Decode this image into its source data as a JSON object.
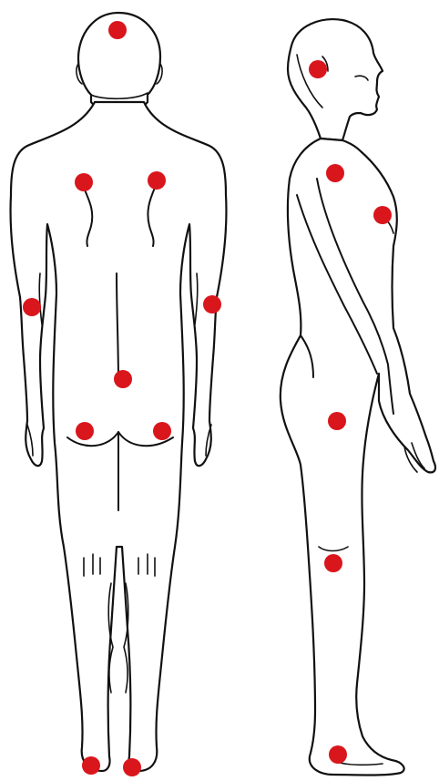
{
  "figure": {
    "views": [
      "back",
      "side"
    ],
    "marker_color": "#d9161c",
    "line_color": "#111111",
    "background": "#ffffff"
  },
  "markers": {
    "back": [
      "head-crown",
      "left-shoulder-blade",
      "right-shoulder-blade",
      "left-elbow",
      "right-elbow",
      "lower-back",
      "left-buttock",
      "right-buttock",
      "left-heel",
      "right-heel"
    ],
    "side": [
      "side-head",
      "shoulder",
      "chest",
      "hip",
      "knee",
      "ankle"
    ]
  }
}
